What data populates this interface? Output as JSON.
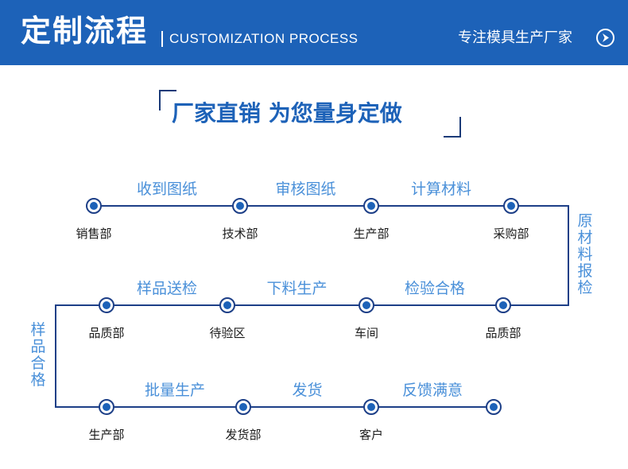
{
  "header": {
    "title": "定制流程",
    "subtitle": "CUSTOMIZATION PROCESS",
    "tagline": "专注模具生产厂家",
    "arrow_icon": "chevron-right-circle-icon",
    "background_color": "#1d62b8"
  },
  "slogan": "厂家直销 为您量身定做",
  "colors": {
    "line": "#1d3f87",
    "node_fill": "#1d62b8",
    "step_text": "#4a90d9",
    "dept_text": "#1a1a1a"
  },
  "rows": [
    {
      "nodes": [
        "销售部",
        "技术部",
        "生产部",
        "采购部"
      ],
      "steps": [
        "收到图纸",
        "审核图纸",
        "计算材料"
      ]
    },
    {
      "nodes": [
        "品质部",
        "待验区",
        "车间",
        "品质部"
      ],
      "steps": [
        "样品送检",
        "下料生产",
        "检验合格"
      ]
    },
    {
      "nodes": [
        "生产部",
        "发货部",
        "客户",
        ""
      ],
      "steps": [
        "批量生产",
        "发货",
        "反馈满意"
      ]
    }
  ],
  "connectors": {
    "right": "原材料报检",
    "left": "样品合格"
  }
}
